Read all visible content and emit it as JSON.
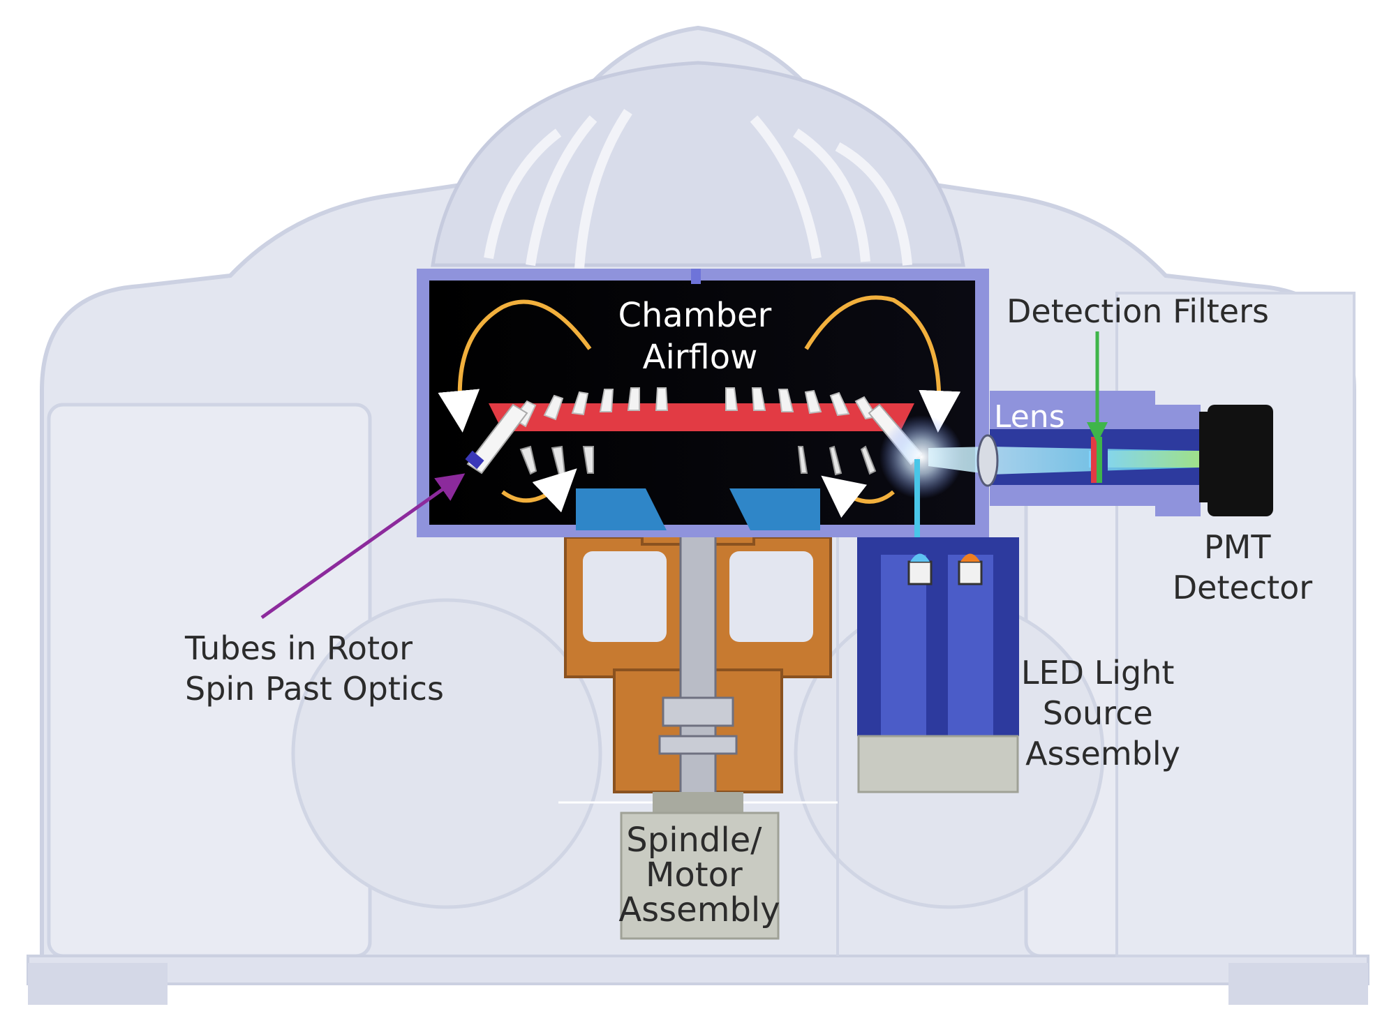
{
  "labels": {
    "chamber_airflow": [
      "Chamber",
      "Airflow"
    ],
    "detection_filters": "Detection Filters",
    "lens": "Lens",
    "pmt_detector": [
      "PMT",
      "Detector"
    ],
    "tubes_in_rotor": [
      "Tubes in Rotor",
      "Spin Past Optics"
    ],
    "led_light_source": [
      "LED Light",
      "Source",
      "Assembly"
    ],
    "spindle_motor": [
      "Spindle/",
      "Motor",
      "Assembly"
    ]
  },
  "colors": {
    "housing": "#dfe3ef",
    "housing_outline": "#c7cde0",
    "chamber_black": "#050505",
    "chamber_frame": "#8f93dc",
    "airflow_arrow": "#f2b03d",
    "rotor_tubes": "#e23b44",
    "spindle_bronze": "#c77a30",
    "optics_blue": "#6e74d9",
    "led_blue": "#2d3a9e",
    "filter_arrow": "#3fb54a",
    "tubes_pointer": "#8c2a9c",
    "motor_gray": "#c9cbc2",
    "pmt_black": "#111111"
  }
}
